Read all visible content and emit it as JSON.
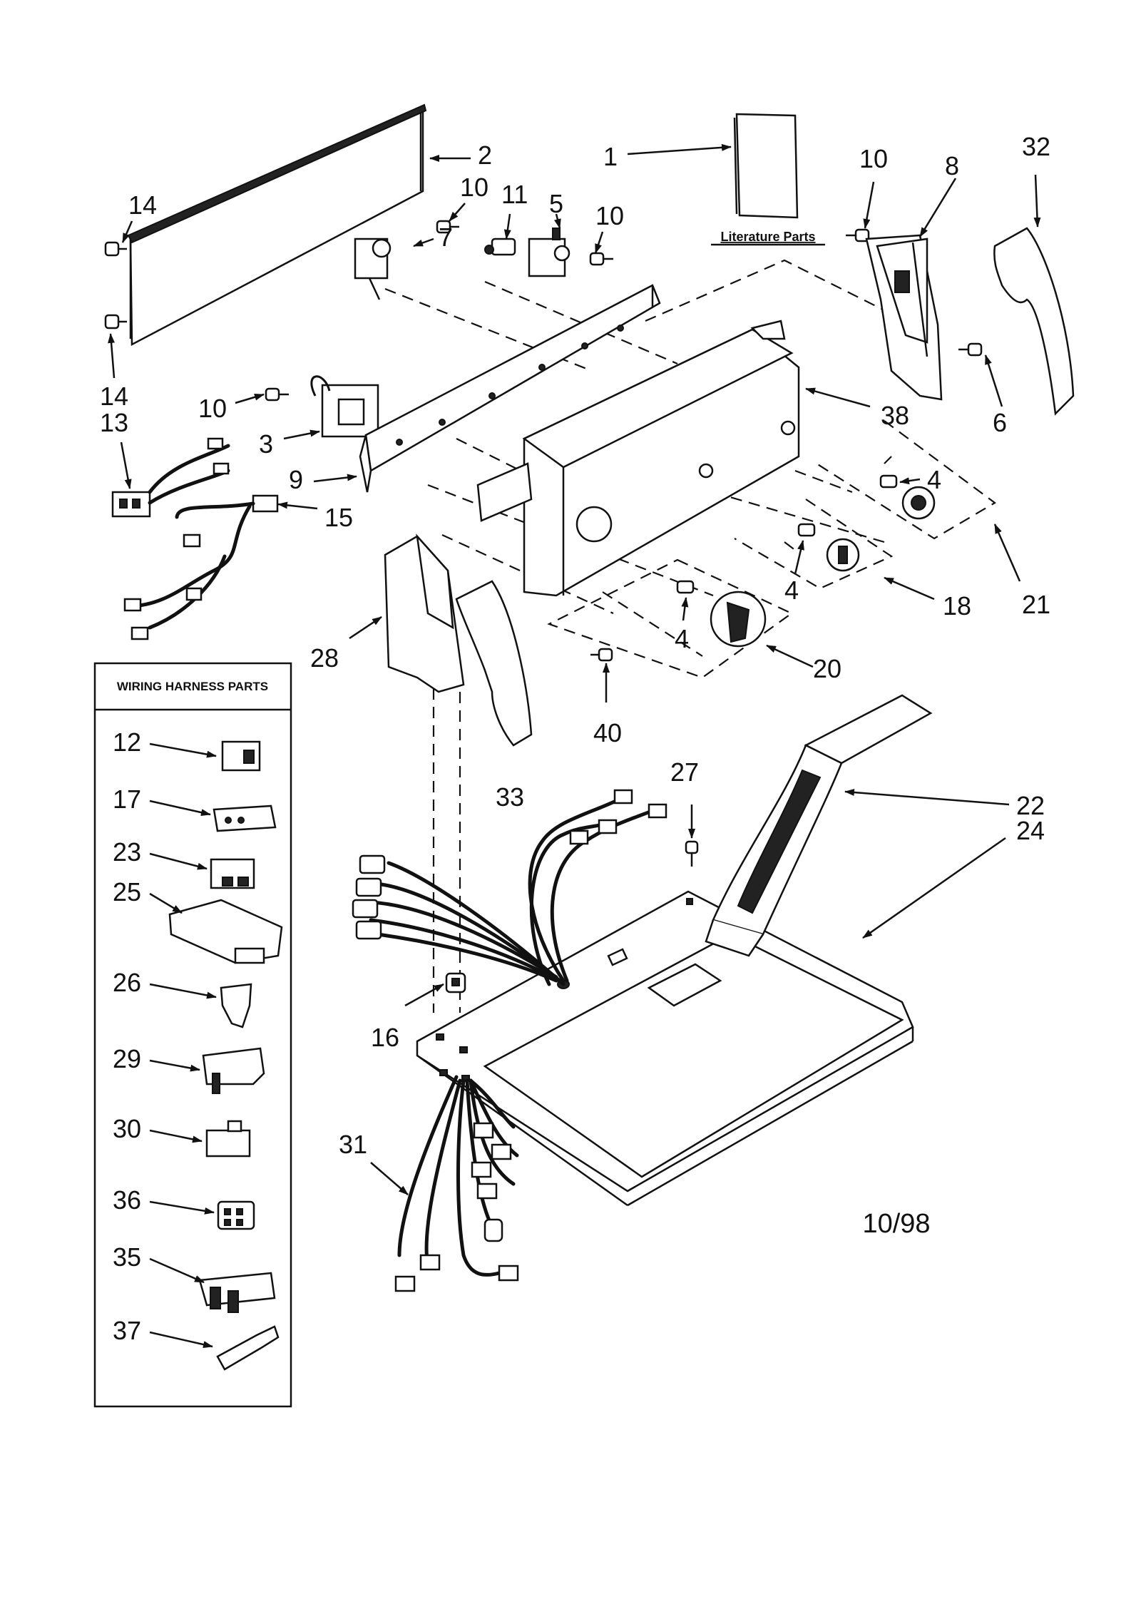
{
  "callouts": {
    "c1": "1",
    "c2": "2",
    "c3": "3",
    "c4a": "4",
    "c4b": "4",
    "c4c": "4",
    "c5": "5",
    "c6": "6",
    "c7": "7",
    "c8": "8",
    "c9": "9",
    "c10a": "10",
    "c10b": "10",
    "c10c": "10",
    "c10d": "10",
    "c11": "11",
    "c13": "13",
    "c14a": "14",
    "c14b": "14",
    "c15": "15",
    "c16": "16",
    "c18": "18",
    "c20": "20",
    "c21": "21",
    "c22": "22",
    "c24": "24",
    "c27": "27",
    "c28": "28",
    "c31": "31",
    "c32": "32",
    "c33": "33",
    "c38": "38",
    "c40": "40"
  },
  "literature": {
    "label": "Literature Parts"
  },
  "wiring_box": {
    "title": "WIRING HARNESS PARTS",
    "items": [
      "12",
      "17",
      "23",
      "25",
      "26",
      "29",
      "30",
      "36",
      "35",
      "37"
    ]
  },
  "date": "10/98",
  "colors": {
    "ink": "#111111",
    "paper": "#ffffff"
  }
}
